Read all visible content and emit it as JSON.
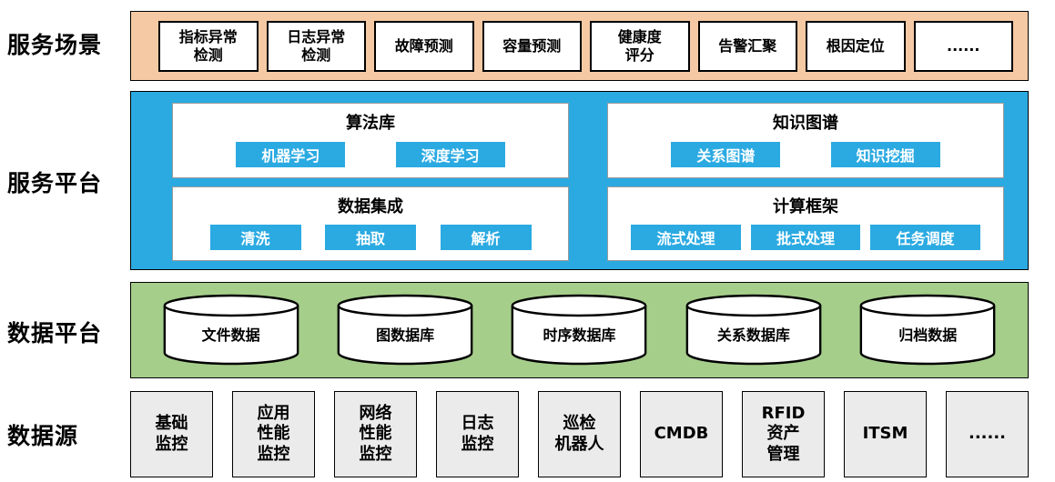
{
  "layers": {
    "scenarios": {
      "label": "服务场景",
      "items": [
        "指标异常\n检测",
        "日志异常\n检测",
        "故障预测",
        "容量预测",
        "健康度\n评分",
        "告警汇聚",
        "根因定位",
        "......"
      ]
    },
    "platform": {
      "label": "服务平台",
      "panels": [
        {
          "title": "算法库",
          "buttons": [
            "机器学习",
            "深度学习"
          ]
        },
        {
          "title": "知识图谱",
          "buttons": [
            "关系图谱",
            "知识挖掘"
          ]
        },
        {
          "title": "数据集成",
          "buttons": [
            "清洗",
            "抽取",
            "解析"
          ]
        },
        {
          "title": "计算框架",
          "buttons": [
            "流式处理",
            "批式处理",
            "任务调度"
          ]
        }
      ]
    },
    "data_platform": {
      "label": "数据平台",
      "databases": [
        "文件数据",
        "图数据库",
        "时序数据库",
        "关系数据库",
        "归档数据"
      ]
    },
    "data_sources": {
      "label": "数据源",
      "items": [
        "基础\n监控",
        "应用\n性能\n监控",
        "网络\n性能\n监控",
        "日志\n监控",
        "巡检\n机器人",
        "CMDB",
        "RFID\n资产\n管理",
        "ITSM",
        "......"
      ]
    }
  },
  "colors": {
    "scenarios_band": "#F5C9A3",
    "platform_band": "#2BAAE2",
    "data_platform_band": "#A6CE8B",
    "source_box_bg": "#EBEBEB",
    "chip_bg": "#2BAAE2",
    "box_border": "#000000"
  }
}
